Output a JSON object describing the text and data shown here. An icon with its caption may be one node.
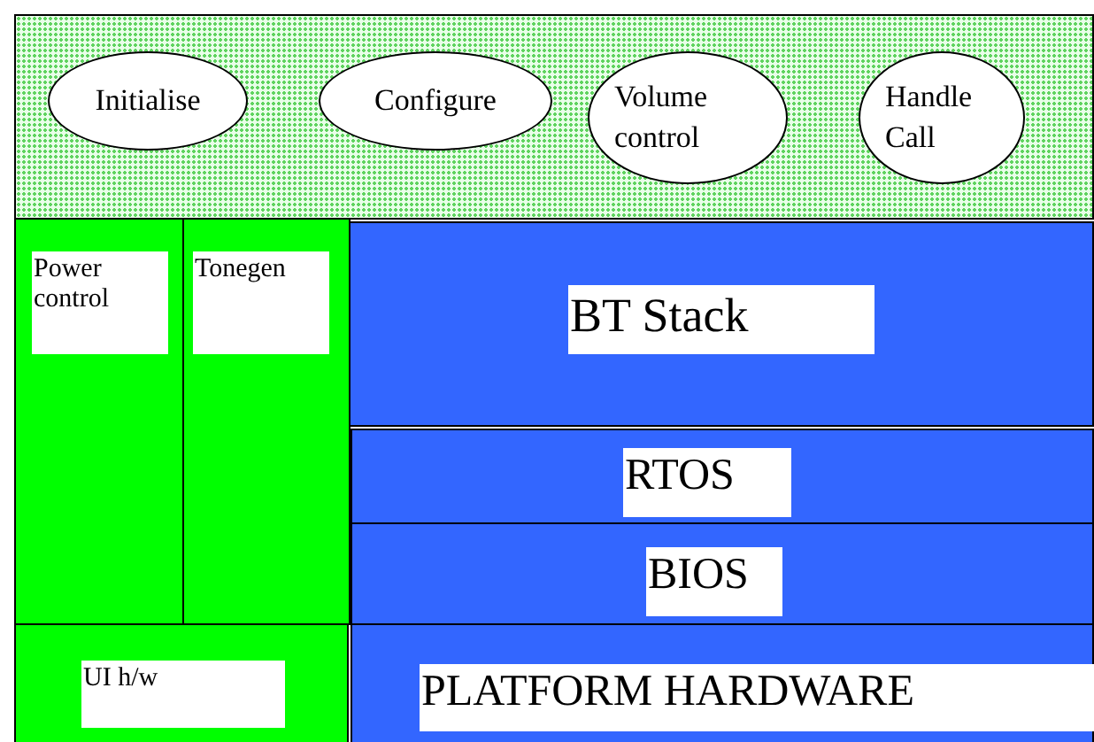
{
  "diagram": {
    "nodes": [
      {
        "text": [],
        "shape": "box"
      },
      {
        "text": [
          "Initialise"
        ],
        "in": 0
      },
      {
        "text": [
          "Configure"
        ],
        "in": 0
      },
      {
        "text": [
          "Volume control"
        ],
        "in": 0
      },
      {
        "text": [
          "Handle Call"
        ],
        "in": 0
      },
      {
        "text": [
          "Power control"
        ]
      },
      {
        "text": [
          "Tonegen"
        ]
      },
      {
        "text": [
          "BT Stack"
        ]
      },
      {
        "text": [
          "RTOS"
        ]
      },
      {
        "text": [
          "BIOS"
        ]
      },
      {
        "text": [
          "UI h/w"
        ]
      },
      {
        "text": [
          "PLATFORM HARDWARE"
        ]
      }
    ],
    "edges": []
  }
}
